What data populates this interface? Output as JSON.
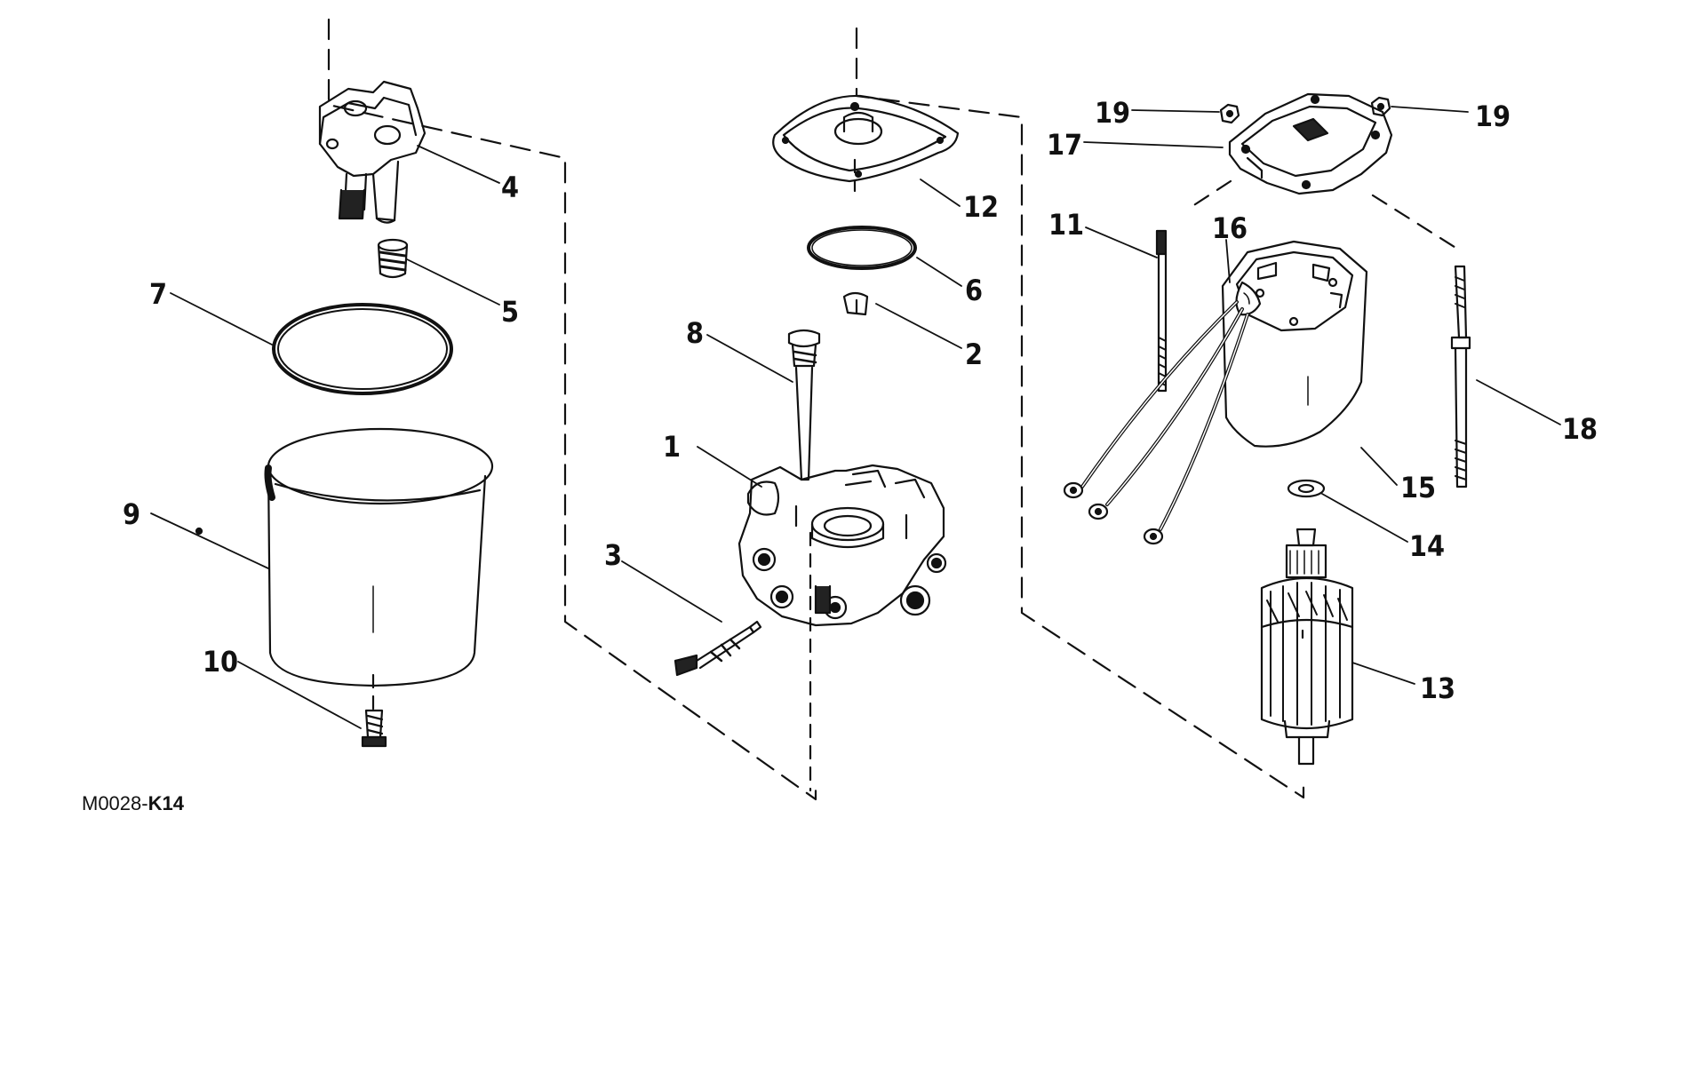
{
  "drawing": {
    "code_prefix": "M0028-",
    "code_suffix": "K14",
    "line_color": "#111111",
    "background": "#ffffff"
  },
  "callouts": [
    {
      "id": "1",
      "label": "1"
    },
    {
      "id": "2",
      "label": "2"
    },
    {
      "id": "3",
      "label": "3"
    },
    {
      "id": "4",
      "label": "4"
    },
    {
      "id": "5",
      "label": "5"
    },
    {
      "id": "6",
      "label": "6"
    },
    {
      "id": "7",
      "label": "7"
    },
    {
      "id": "8",
      "label": "8"
    },
    {
      "id": "9",
      "label": "9"
    },
    {
      "id": "10",
      "label": "10"
    },
    {
      "id": "11",
      "label": "11"
    },
    {
      "id": "12",
      "label": "12"
    },
    {
      "id": "13",
      "label": "13"
    },
    {
      "id": "14",
      "label": "14"
    },
    {
      "id": "15",
      "label": "15"
    },
    {
      "id": "16",
      "label": "16"
    },
    {
      "id": "17",
      "label": "17"
    },
    {
      "id": "18",
      "label": "18"
    },
    {
      "id": "19a",
      "label": "19"
    },
    {
      "id": "19b",
      "label": "19"
    }
  ]
}
